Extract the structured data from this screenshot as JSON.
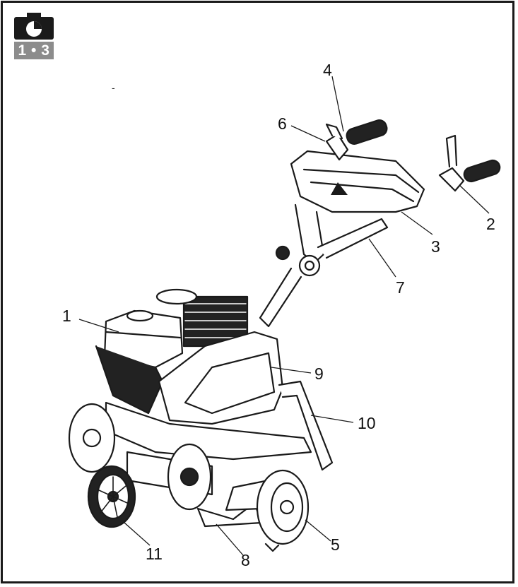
{
  "header": {
    "page_ref": "1 • 3",
    "camera_icon": "camera-icon"
  },
  "stray_mark": "-",
  "callouts": [
    {
      "id": "1",
      "label": "1"
    },
    {
      "id": "2",
      "label": "2"
    },
    {
      "id": "3",
      "label": "3"
    },
    {
      "id": "4",
      "label": "4"
    },
    {
      "id": "5",
      "label": "5"
    },
    {
      "id": "6",
      "label": "6"
    },
    {
      "id": "7",
      "label": "7"
    },
    {
      "id": "8",
      "label": "8"
    },
    {
      "id": "9",
      "label": "9"
    },
    {
      "id": "10",
      "label": "10"
    },
    {
      "id": "11",
      "label": "11"
    }
  ],
  "colors": {
    "line": "#1a1a1a",
    "badge_gray": "#8c8c8c",
    "engine_dark": "#222222"
  }
}
